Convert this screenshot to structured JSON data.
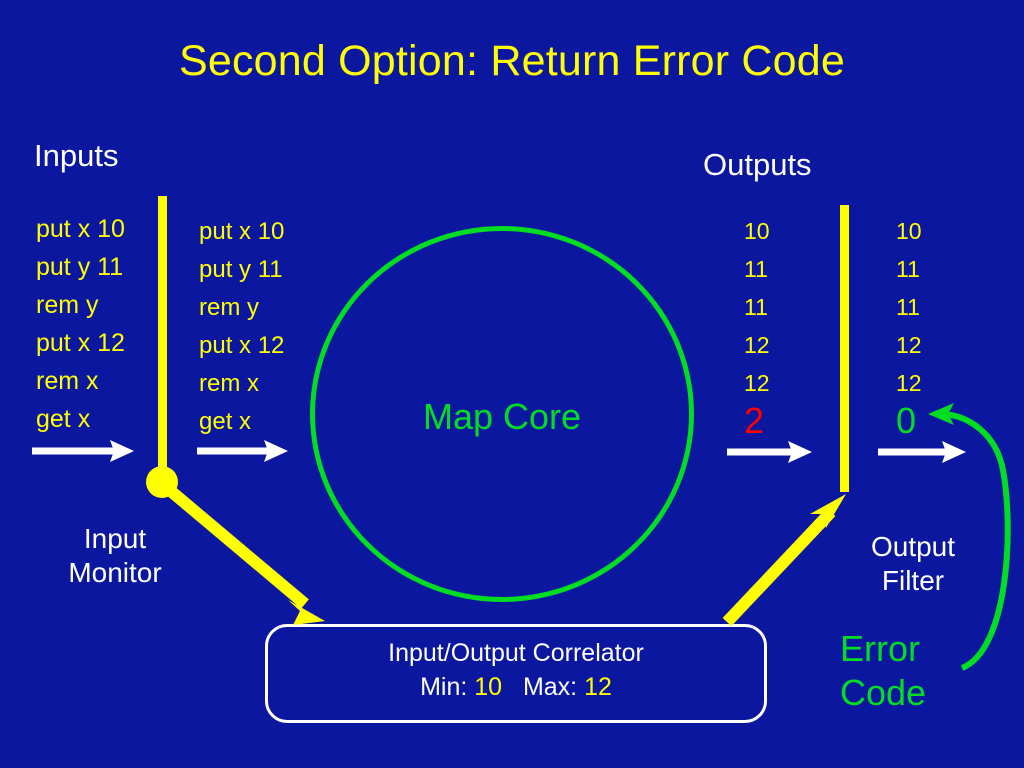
{
  "slide": {
    "title": "Second Option: Return Error Code",
    "background_color": "#0c17a0"
  },
  "colors": {
    "title": "#ffff00",
    "stream_text": "#ffff00",
    "label_text": "#ffffff",
    "core_green": "#00dd22",
    "error_red": "#ff0000",
    "monitor_yellow": "#ffff00"
  },
  "headings": {
    "inputs": "Inputs",
    "outputs": "Outputs"
  },
  "streams": {
    "input_raw": [
      "put x 10",
      "put y 11",
      "rem y",
      "put x 12",
      "rem x",
      "get x"
    ],
    "input_monitored": [
      "put x 10",
      "put y 11",
      "rem y",
      "put x 12",
      "rem x",
      "get x"
    ],
    "output_raw": [
      "10",
      "11",
      "11",
      "12",
      "12",
      "2"
    ],
    "output_filtered": [
      "10",
      "11",
      "11",
      "12",
      "12",
      "0"
    ],
    "output_raw_error_value": "2",
    "output_filtered_error_value": "0"
  },
  "blocks": {
    "map_core": "Map Core",
    "input_monitor_line1": "Input",
    "input_monitor_line2": "Monitor",
    "output_filter_line1": "Output",
    "output_filter_line2": "Filter",
    "error_code_line1": "Error",
    "error_code_line2": "Code"
  },
  "correlator": {
    "title": "Input/Output Correlator",
    "min_label": "Min:",
    "min_value": "10",
    "max_label": "Max:",
    "max_value": "12"
  },
  "icons": {
    "flow_arrow": "right-arrow-icon",
    "tap_arrow": "diagonal-arrow-icon",
    "feedback_arrow": "curved-feedback-arrow-icon",
    "junction": "junction-dot-icon"
  }
}
